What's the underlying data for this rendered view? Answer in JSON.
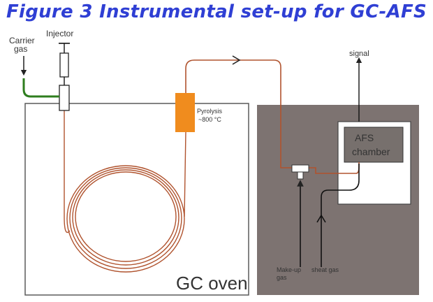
{
  "title": "Figure 3 Instrumental set-up for GC-AFS",
  "labels": {
    "carrier_gas": [
      "Carrier",
      "gas"
    ],
    "injector": "Injector",
    "signal": "signal",
    "pyrolysis": [
      "Pyrolysis",
      "~800 °C"
    ],
    "afs_chamber": [
      "AFS",
      "chamber"
    ],
    "make_up_gas": [
      "Make-up",
      "gas"
    ],
    "sheat_gas": "sheat gas",
    "gc_oven": "GC oven"
  },
  "colors": {
    "title": "#2f3fd4",
    "capillary": "#b0532e",
    "carrier_line": "#2e7d1e",
    "pyrolysis_block": "#f08c1e",
    "detector_box": "#7d7371",
    "afs_box": "#77706d",
    "oven_border": "#5a5a5a"
  }
}
